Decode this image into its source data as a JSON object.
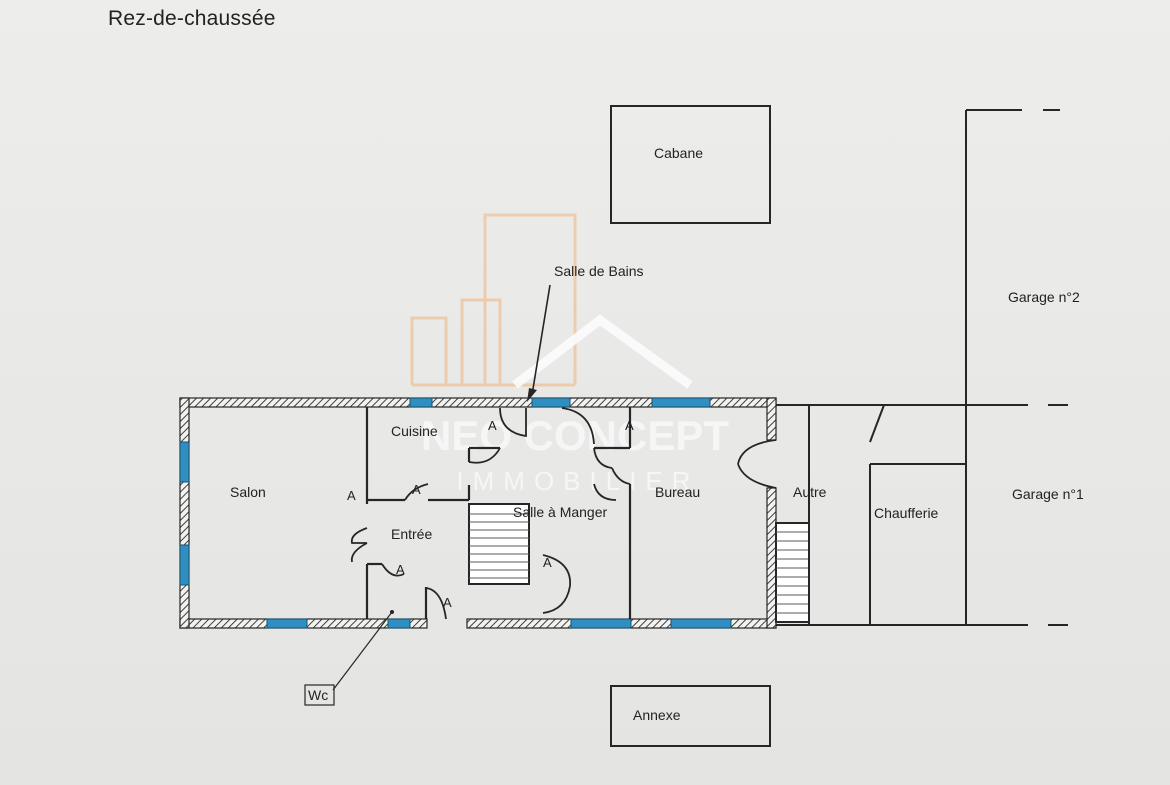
{
  "title": "Rez-de-chaussée",
  "rooms": {
    "cabane": "Cabane",
    "salle_de_bains": "Salle de Bains",
    "garage2": "Garage n°2",
    "cuisine": "Cuisine",
    "salon": "Salon",
    "entree": "Entrée",
    "salle_a_manger": "Salle à Manger",
    "bureau": "Bureau",
    "autre": "Autre",
    "chaufferie": "Chaufferie",
    "garage1": "Garage n°1",
    "wc": "Wc",
    "annexe": "Annexe"
  },
  "door_marker": "A",
  "watermark": {
    "line1": "NEO CONCEPT",
    "line2": "IMMOBILIER"
  },
  "colors": {
    "wall": "#262626",
    "window": "#2e8fc0",
    "watermark_orange": "#eec8a4",
    "background": "#e9e9e7"
  }
}
